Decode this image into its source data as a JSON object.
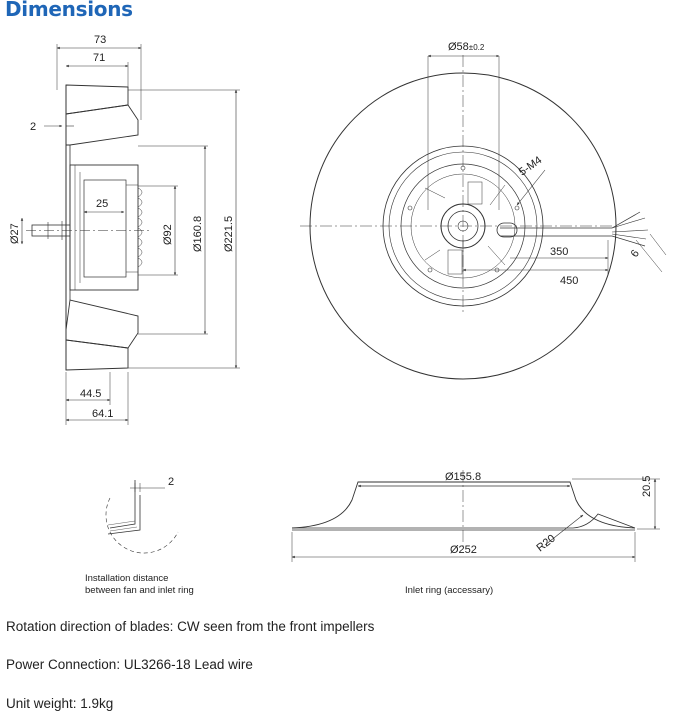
{
  "heading": "Dimensions",
  "side_view": {
    "dims": {
      "d73": "73",
      "d71": "71",
      "d2": "2",
      "d25": "25",
      "d27": "Ø27",
      "d92": "Ø92",
      "d160": "Ø160.8",
      "d221": "Ø221.5",
      "d44": "44.5",
      "d64": "64.1"
    }
  },
  "front_view": {
    "dims": {
      "d58": "Ø58",
      "d58_tol": "±0.2",
      "m4": "5-M4",
      "d350": "350",
      "d450": "450",
      "d6": "6"
    }
  },
  "detail": {
    "dim_2": "2",
    "caption_line1": "Installation distance",
    "caption_line2": "between fan and inlet ring"
  },
  "inlet_ring": {
    "d155": "Ø155.8",
    "d252": "Ø252",
    "r20": "R20",
    "h20": "20.5",
    "caption": "Inlet ring  (accessary)"
  },
  "specs": {
    "rotation": "Rotation direction of blades: CW seen from the front impellers",
    "power": "Power Connection: UL3266-18 Lead wire",
    "weight": "Unit weight: 1.9kg"
  }
}
